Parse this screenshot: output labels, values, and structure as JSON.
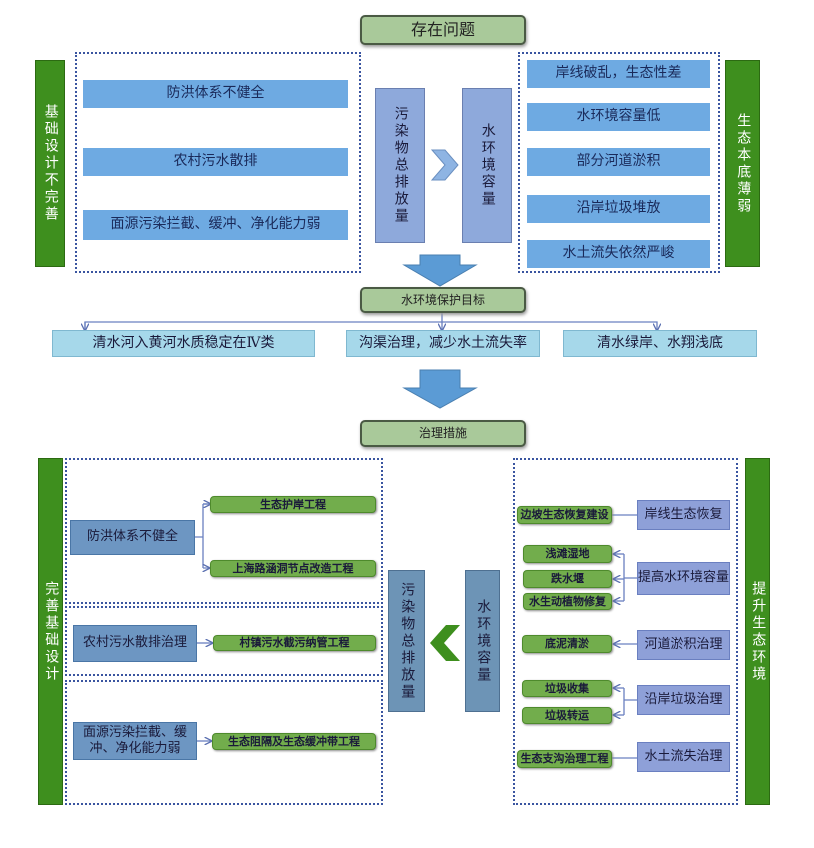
{
  "problems": {
    "title": "存在问题",
    "left_bar": "基础设计不完善",
    "right_bar": "生态本底薄弱",
    "left_items": [
      "防洪体系不健全",
      "农村污水散排",
      "面源污染拦截、缓冲、净化能力弱"
    ],
    "pollution": "污染物总排放量",
    "capacity": "水环境容量",
    "right_items": [
      "岸线破乱，生态性差",
      "水环境容量低",
      "部分河道淤积",
      "沿岸垃圾堆放",
      "水土流失依然严峻"
    ]
  },
  "goals": {
    "title": "水环境保护目标",
    "items": [
      "清水河入黄河水质稳定在Ⅳ类",
      "沟渠治理，减少水土流失率",
      "清水绿岸、水翔浅底"
    ]
  },
  "measures": {
    "title": "治理措施",
    "left_bar": "完善基础设计",
    "right_bar": "提升生态环境",
    "pollution": "污染物总排放量",
    "capacity": "水环境容量",
    "flood": "防洪体系不健全",
    "flood_projects": [
      "生态护岸工程",
      "上海路涵洞节点改造工程"
    ],
    "sewage": "农村污水散排治理",
    "sewage_project": "村镇污水截污纳管工程",
    "nonpoint": "面源污染拦截、缓冲、净化能力弱",
    "nonpoint_project": "生态阻隔及生态缓冲带工程",
    "right_groups": [
      {
        "label": "岸线生态恢复",
        "items": [
          "边坡生态恢复建设"
        ]
      },
      {
        "label": "提高水环境容量",
        "items": [
          "浅滩湿地",
          "跌水堰",
          "水生动植物修复"
        ]
      },
      {
        "label": "河道淤积治理",
        "items": [
          "底泥清淤"
        ]
      },
      {
        "label": "沿岸垃圾治理",
        "items": [
          "垃圾收集",
          "垃圾转运"
        ]
      },
      {
        "label": "水土流失治理",
        "items": [
          "生态支沟治理工程"
        ]
      }
    ]
  }
}
